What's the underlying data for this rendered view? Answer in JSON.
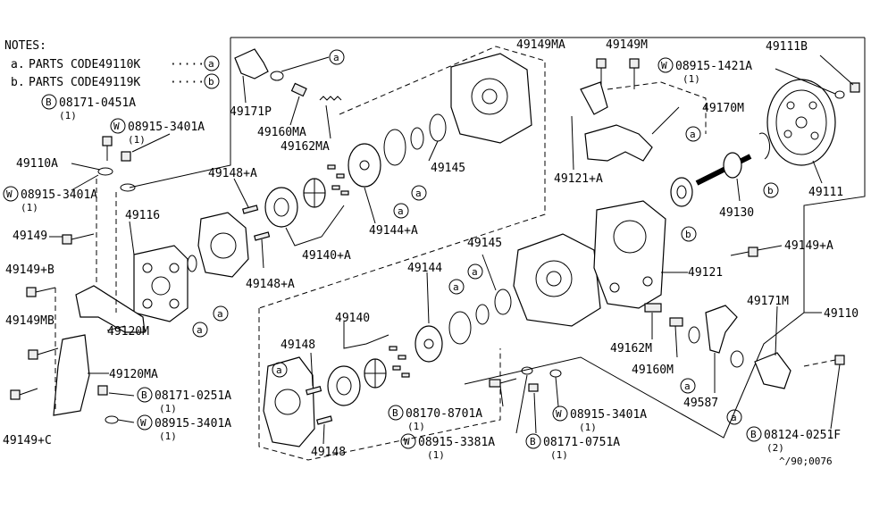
{
  "notes": {
    "title": "NOTES:",
    "a": {
      "prefix": "a.",
      "text": "PARTS CODE49110K",
      "dots": "·····",
      "key": "a"
    },
    "b": {
      "prefix": "b.",
      "text": "PARTS CODE49119K",
      "dots": "·····",
      "key": "b"
    }
  },
  "labels": {
    "p49171P": "49171P",
    "p49160MA": "49160MA",
    "p49162MA": "49162MA",
    "p49145a": "49145",
    "p49144A": "49144+A",
    "p49140A": "49140+A",
    "p49148A_1": "49148+A",
    "p49148A_2": "49148+A",
    "p49116": "49116",
    "p49110A": "49110A",
    "p49149": "49149",
    "p49149B": "49149+B",
    "p49149MB": "49149MB",
    "p49120M": "49120M",
    "p49120MA": "49120MA",
    "p49149C": "49149+C",
    "p49149MA": "49149MA",
    "p49149M": "49149M",
    "p49170M": "49170M",
    "p49121A": "49121+A",
    "p49111B": "49111B",
    "p49111": "49111",
    "p49130": "49130",
    "p49149A": "49149+A",
    "p49121": "49121",
    "p49145b": "49145",
    "p49144": "49144",
    "p49140": "49140",
    "p49148_1": "49148",
    "p49148_2": "49148",
    "p49171M": "49171M",
    "p49110": "49110",
    "p49162M": "49162M",
    "p49160M": "49160M",
    "p49587": "49587"
  },
  "circled": {
    "B08171_0451A": {
      "code": "B",
      "text": "08171-0451A",
      "qty": "(1)"
    },
    "W08915_3401A_top": {
      "code": "W",
      "text": "08915-3401A",
      "qty": "(1)"
    },
    "W08915_3401A_left": {
      "code": "W",
      "text": "08915-3401A",
      "qty": "(1)"
    },
    "W08915_1421A": {
      "code": "W",
      "text": "08915-1421A",
      "qty": "(1)"
    },
    "B08171_0251A": {
      "code": "B",
      "text": "08171-0251A",
      "qty": "(1)"
    },
    "W08915_3401A_bot": {
      "code": "W",
      "text": "08915-3401A",
      "qty": "(1)"
    },
    "B08170_8701A": {
      "code": "B",
      "text": "08170-8701A",
      "qty": "(1)"
    },
    "W08915_3381A": {
      "code": "W",
      "text": "08915-3381A",
      "qty": "(1)"
    },
    "B08171_0751A": {
      "code": "B",
      "text": "08171-0751A",
      "qty": "(1)"
    },
    "W08915_3401A_mid": {
      "code": "W",
      "text": "08915-3401A",
      "qty": "(1)"
    },
    "B08124_0251F": {
      "code": "B",
      "text": "08124-0251F",
      "qty": "(2)"
    }
  },
  "keys": {
    "a": "a",
    "b": "b"
  },
  "footer": {
    "ref": "^/90;0076"
  }
}
